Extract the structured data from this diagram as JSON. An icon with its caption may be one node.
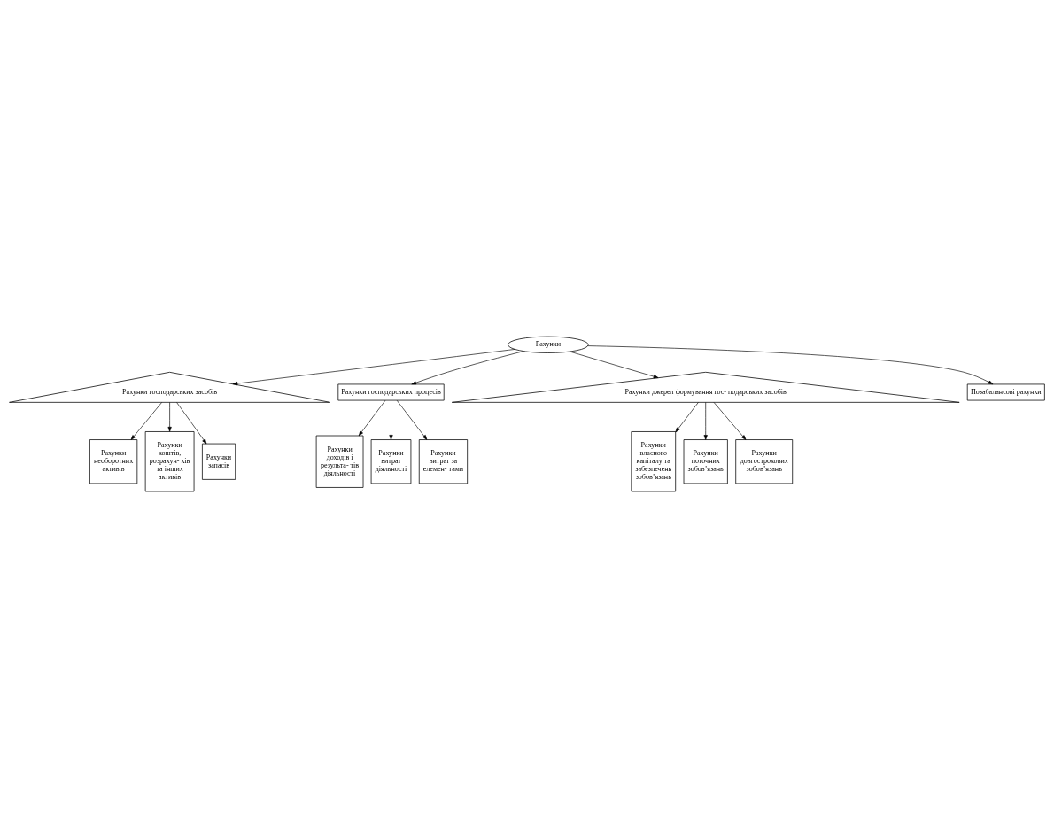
{
  "diagram": {
    "nodes": [
      {
        "text": [
          "Рахунки"
        ]
      },
      {
        "text": [
          "Рахунки господарських засобів"
        ]
      },
      {
        "text": [
          "Рахунки господарських процесів"
        ]
      },
      {
        "text": [
          "Рахунки джерел формування гос- подарських засобів"
        ]
      },
      {
        "text": [
          "Позабалансові рахунки"
        ]
      },
      {
        "text": [
          "Рахунки необоротних активів"
        ]
      },
      {
        "text": [
          "Рахунки коштів, розрахун- ків та інших активів"
        ]
      },
      {
        "text": [
          "Рахунки запасів"
        ]
      },
      {
        "text": [
          "Рахунки доходів і результа- тів діяльності"
        ]
      },
      {
        "text": [
          "Рахунки витрат діяльності"
        ]
      },
      {
        "text": [
          "Рахунки витрат за елемен- тами"
        ]
      },
      {
        "text": [
          "Рахунки власного капіталу та забезпечень зобов’язань"
        ]
      },
      {
        "text": [
          "Рахунки поточних зобов’язань"
        ]
      },
      {
        "text": [
          "Рахунки довгострокових зобов’язань"
        ]
      }
    ],
    "edges": [
      {
        "from": 0,
        "to": 1,
        "arrow": "to"
      },
      {
        "from": 0,
        "to": 4,
        "arrow": "to"
      },
      {
        "from": 0,
        "to": 2,
        "arrow": "to"
      },
      {
        "from": 0,
        "to": 3,
        "arrow": "to"
      },
      {
        "from": 1,
        "to": 5,
        "arrow": "to"
      },
      {
        "from": 1,
        "to": 6,
        "arrow": "to"
      },
      {
        "from": 1,
        "to": 7,
        "arrow": "to"
      },
      {
        "from": 2,
        "to": 8,
        "arrow": "to"
      },
      {
        "from": 2,
        "to": 9,
        "arrow": "to"
      },
      {
        "from": 2,
        "to": 10,
        "arrow": "to"
      },
      {
        "from": 3,
        "to": 11,
        "arrow": "to"
      },
      {
        "from": 3,
        "to": 12,
        "arrow": "to"
      },
      {
        "from": 3,
        "to": 13,
        "arrow": "to"
      }
    ]
  }
}
